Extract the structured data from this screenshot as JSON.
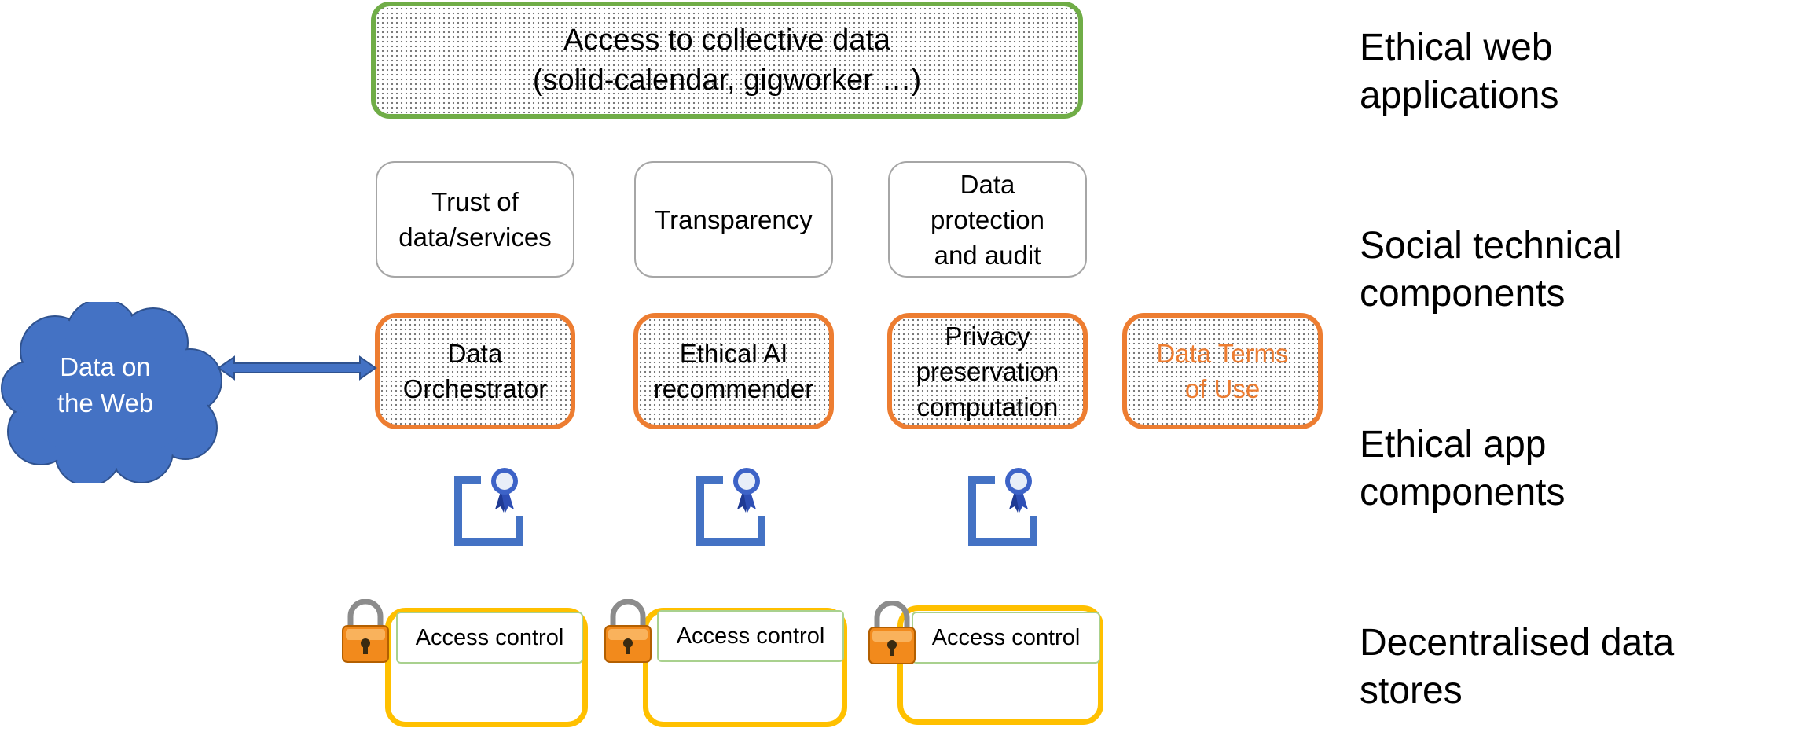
{
  "top_box": {
    "text": "Access to collective data\n(solid-calendar, gigworker …)"
  },
  "social_components": [
    {
      "text": "Trust of\ndata/services"
    },
    {
      "text": "Transparency"
    },
    {
      "text": "Data\nprotection\nand audit"
    }
  ],
  "ethical_components": [
    {
      "text": "Data\nOrchestrator"
    },
    {
      "text": "Ethical AI\nrecommender"
    },
    {
      "text": "Privacy\npreservation\ncomputation"
    },
    {
      "text": "Data Terms\nof Use"
    }
  ],
  "cloud": {
    "text": "Data on\nthe Web"
  },
  "access_controls": [
    {
      "text": "Access control"
    },
    {
      "text": "Access control"
    },
    {
      "text": "Access control"
    }
  ],
  "layer_labels": {
    "web_apps": "Ethical web\napplications",
    "social": "Social technical\ncomponents",
    "ethical_app": "Ethical app\ncomponents",
    "data_stores": "Decentralised data\nstores"
  },
  "colors": {
    "top_border": "#70ad47",
    "ethical_border": "#ed7d31",
    "store_border": "#ffc000",
    "cloud_fill": "#4472c4",
    "arrow": "#4472c4"
  },
  "icons": [
    "certificate-icon",
    "padlock-icon"
  ]
}
